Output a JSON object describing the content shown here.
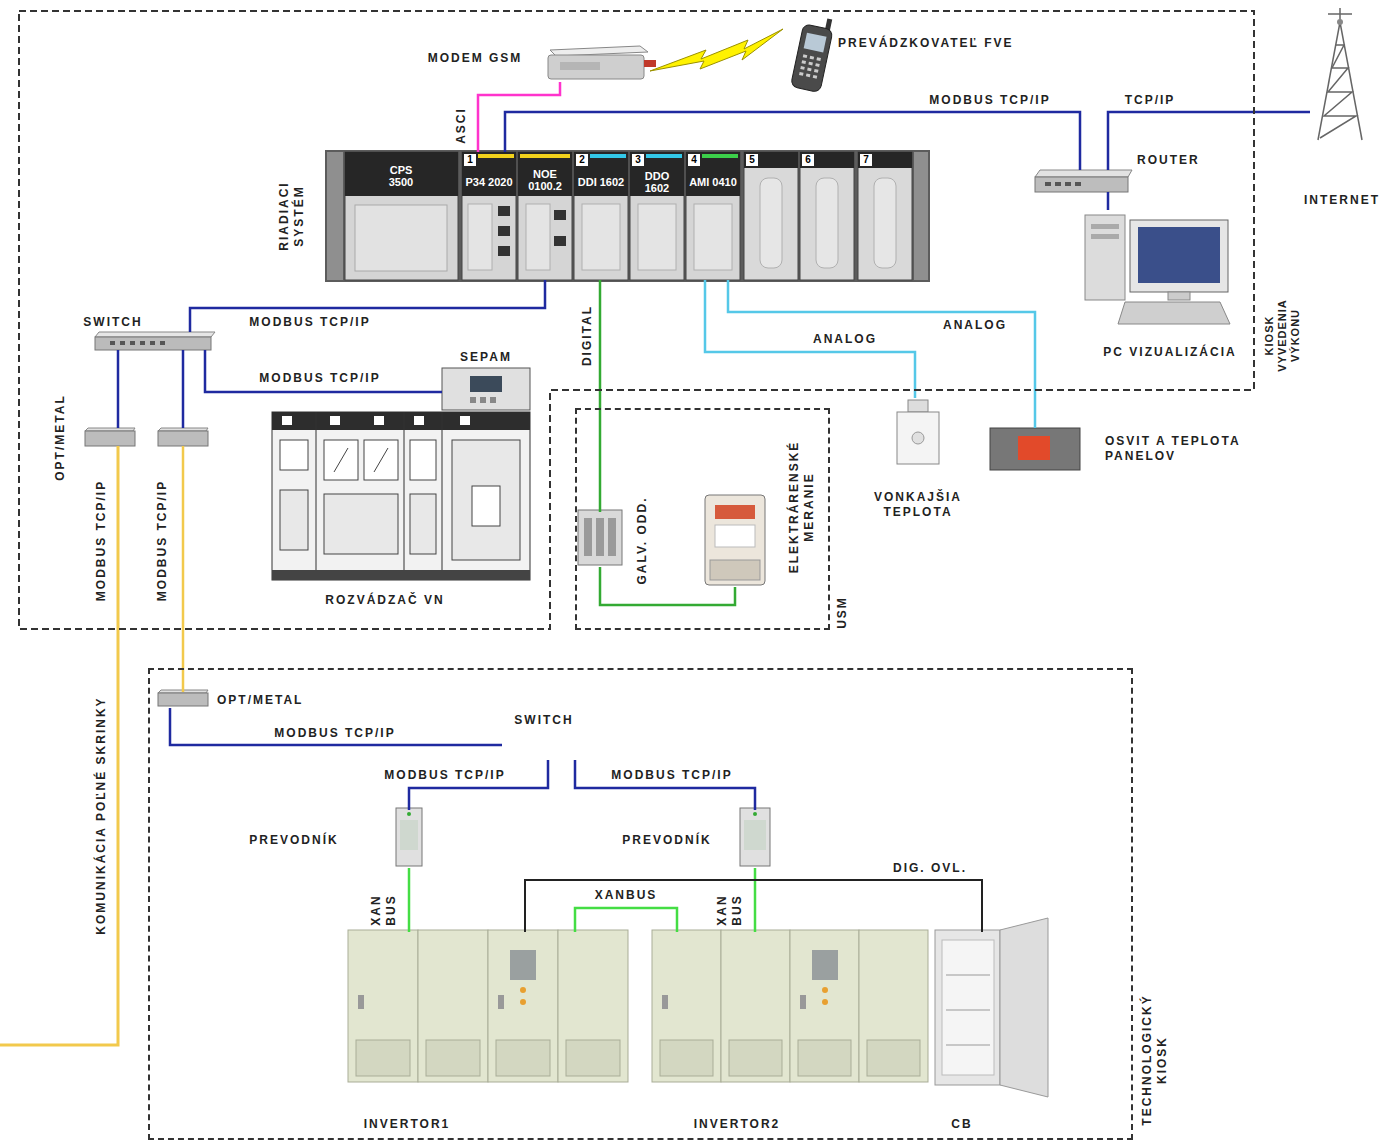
{
  "diagram": {
    "nodes": [
      {
        "text": [
          "KIOSK VYVEDENIA VÝKONU"
        ]
      },
      {
        "text": [
          "MODEM GSM"
        ],
        "in": 0
      },
      {
        "text": [
          "PREVÁDZKOVATEĽ FVE"
        ],
        "in": 0
      },
      {
        "text": [
          "RIADIACI SYSTÉM"
        ],
        "in": 0
      },
      {
        "text": [
          "CPS 3500"
        ],
        "in": 3
      },
      {
        "text": [
          "1",
          "P34 2020"
        ],
        "in": 3
      },
      {
        "text": [
          "NOE 0100.2"
        ],
        "in": 3
      },
      {
        "text": [
          "2",
          "DDI 1602"
        ],
        "in": 3
      },
      {
        "text": [
          "3",
          "DDO 1602"
        ],
        "in": 3
      },
      {
        "text": [
          "4",
          "AMI 0410"
        ],
        "in": 3
      },
      {
        "text": [
          "5"
        ],
        "in": 3
      },
      {
        "text": [
          "6"
        ],
        "in": 3
      },
      {
        "text": [
          "7"
        ],
        "in": 3
      },
      {
        "text": [
          "ROUTER"
        ],
        "in": 0
      },
      {
        "text": [
          "PC VIZUALIZÁCIA"
        ],
        "in": 0
      },
      {
        "text": [
          "INTERNET"
        ]
      },
      {
        "text": [
          "SWITCH"
        ],
        "in": 0
      },
      {
        "text": [
          "SEPAM"
        ],
        "in": 0
      },
      {
        "text": [
          "ROZVÁDZAČ VN"
        ],
        "in": 0
      },
      {
        "text": [
          "OPT/METAL"
        ],
        "in": 0
      },
      {
        "text": [
          "USM"
        ]
      },
      {
        "text": [
          "GALV. ODD."
        ],
        "in": 20
      },
      {
        "text": [
          "ELEKTRÁRENSKÉ MERANIE"
        ],
        "in": 20
      },
      {
        "text": [
          "VONKAJŠIA TEPLOTA"
        ]
      },
      {
        "text": [
          "OSVIT A TEPLOTA PANELOV"
        ]
      },
      {
        "text": [
          "TECHNOLOGICKÝ KIOSK"
        ]
      },
      {
        "text": [
          "OPT/METAL"
        ],
        "in": 25
      },
      {
        "text": [
          "SWITCH"
        ],
        "in": 25
      },
      {
        "text": [
          "PREVODNÍK"
        ],
        "in": 25
      },
      {
        "text": [
          "PREVODNÍK"
        ],
        "in": 25
      },
      {
        "text": [
          "INVERTOR1"
        ],
        "in": 25
      },
      {
        "text": [
          "INVERTOR2"
        ],
        "in": 25
      },
      {
        "text": [
          "CB"
        ],
        "in": 25
      }
    ],
    "edges": [
      {
        "from": 1,
        "to": 5,
        "label": "ASCI",
        "arrow": "none"
      },
      {
        "from": 5,
        "to": 13,
        "label": "MODBUS TCP/IP",
        "arrow": "none"
      },
      {
        "from": 13,
        "to": 15,
        "label": "TCP/IP",
        "arrow": "none"
      },
      {
        "from": 13,
        "to": 14,
        "arrow": "none"
      },
      {
        "from": 6,
        "to": 16,
        "label": "MODBUS TCP/IP",
        "arrow": "none"
      },
      {
        "from": 16,
        "to": 17,
        "label": "MODBUS TCP/IP",
        "arrow": "none"
      },
      {
        "from": 16,
        "to": 19,
        "arrow": "none"
      },
      {
        "from": 16,
        "to": 19,
        "arrow": "none"
      },
      {
        "from": 7,
        "to": 21,
        "label": "DIGITAL",
        "arrow": "none"
      },
      {
        "from": 21,
        "to": 22,
        "arrow": "none"
      },
      {
        "from": 9,
        "to": 23,
        "label": "ANALOG",
        "arrow": "none"
      },
      {
        "from": 9,
        "to": 24,
        "label": "ANALOG",
        "arrow": "none"
      },
      {
        "from": 19,
        "to": 26,
        "label": "MODBUS TCP/IP",
        "arrow": "none"
      },
      {
        "from": 26,
        "to": 27,
        "label": "MODBUS TCP/IP",
        "arrow": "none"
      },
      {
        "from": 27,
        "to": 28,
        "label": "MODBUS TCP/IP",
        "arrow": "none"
      },
      {
        "from": 27,
        "to": 29,
        "label": "MODBUS TCP/IP",
        "arrow": "none"
      },
      {
        "from": 28,
        "to": 30,
        "label": "XAN BUS",
        "arrow": "none"
      },
      {
        "from": 29,
        "to": 31,
        "label": "XAN BUS",
        "arrow": "none"
      },
      {
        "from": 30,
        "to": 31,
        "label": "XANBUS",
        "arrow": "none"
      },
      {
        "from": 30,
        "to": 32,
        "label": "DIG. OVL.",
        "arrow": "none"
      }
    ],
    "labels": [
      "MODBUS TCP/IP",
      "KOMUNIKÁCIA POĽNÉ SKRINKY"
    ]
  }
}
